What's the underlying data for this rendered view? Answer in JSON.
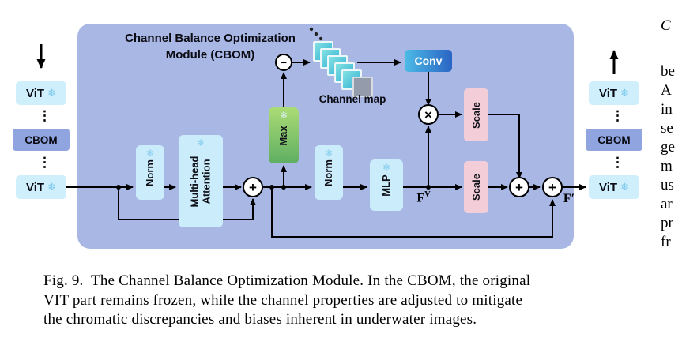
{
  "panel": {
    "title_line1": "Channel Balance Optimization",
    "title_line2": "Module  (CBOM)"
  },
  "stacks": {
    "left": {
      "vit_top": "ViT",
      "cbom": "CBOM",
      "vit_bottom": "ViT",
      "ellipsis": "⋮"
    },
    "right": {
      "vit_top": "ViT",
      "cbom": "CBOM",
      "vit_bottom": "ViT",
      "ellipsis": "⋮"
    }
  },
  "blocks": {
    "norm1": "Norm",
    "mha_line1": "Multi-head",
    "mha_line2": "Attention",
    "norm2": "Norm",
    "mlp": "MLP",
    "max": "Max",
    "conv": "Conv",
    "scale_top": "Scale",
    "scale_bottom": "Scale",
    "channel_map_label": "Channel map"
  },
  "operators": {
    "minus": "−",
    "times": "×",
    "plus": "+"
  },
  "labels": {
    "fv_base": "F",
    "fv_sup": "V",
    "f_prime": "F′"
  },
  "icons": {
    "snowflake": "❄"
  },
  "caption": {
    "lines": [
      "Fig. 9.  The Channel Balance Optimization Module. In the CBOM, the original",
      "VIT part remains frozen, while the channel properties are adjusted to mitigate",
      "the chromatic discrepancies and biases inherent in underwater images."
    ]
  },
  "side_column": {
    "fragments": [
      "C",
      "be",
      "A",
      "in",
      "se",
      "ge",
      "m",
      "us",
      "ar",
      "pr",
      "fr"
    ]
  },
  "colors": {
    "panel_bg": "#a9b7e4",
    "light_block": "#cbecfa",
    "cbom_block": "#90a5e0",
    "scale_block": "#f3ced9",
    "max_gradient": [
      "#abdc75",
      "#5fae63"
    ],
    "conv_gradient": [
      "#4cbbe6",
      "#2a64c4"
    ],
    "channel_square_gradient": [
      "#86e2e2",
      "#2fb0d4"
    ],
    "gray_square": "#949cab"
  }
}
